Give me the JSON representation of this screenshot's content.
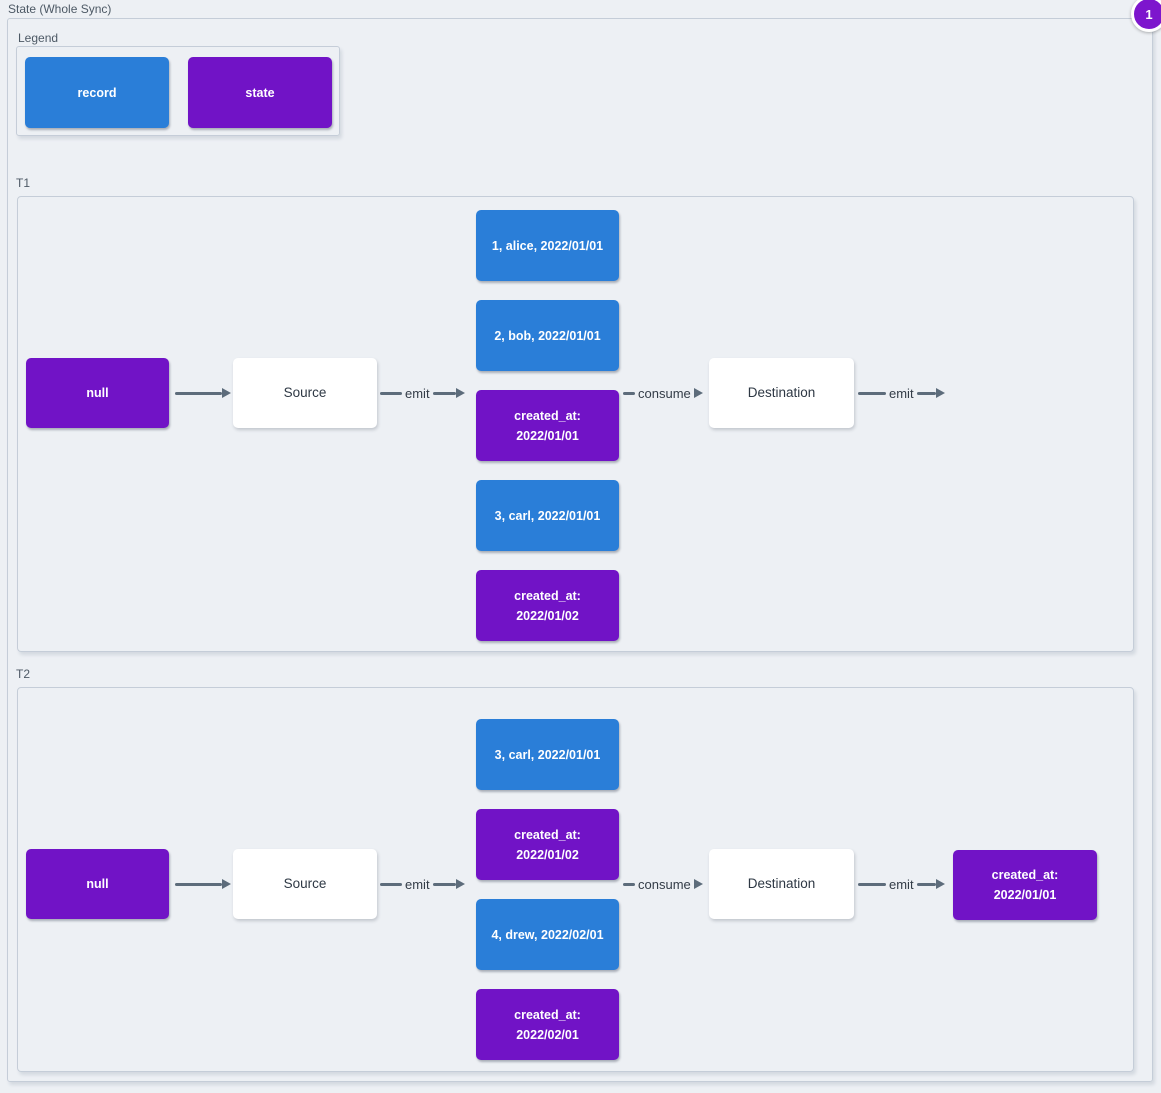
{
  "colors": {
    "record": "#2a7ed8",
    "state": "#7113c6",
    "arrow": "#5d6c7b",
    "background": "#edf0f4",
    "border": "#c5cdd8",
    "badge": "#7d16cd"
  },
  "badge": {
    "value": "1"
  },
  "outer": {
    "label": "State (Whole Sync)"
  },
  "legend": {
    "label": "Legend",
    "items": [
      {
        "type": "record",
        "label": "record"
      },
      {
        "type": "state",
        "label": "state"
      }
    ]
  },
  "sections": [
    {
      "label": "T1",
      "null_label": "null",
      "source_label": "Source",
      "destination_label": "Destination",
      "emit_in_label": "emit",
      "consume_label": "consume",
      "emit_out_label": "emit",
      "messages": [
        {
          "type": "record",
          "lines": [
            "1, alice, 2022/01/01"
          ]
        },
        {
          "type": "record",
          "lines": [
            "2, bob, 2022/01/01"
          ]
        },
        {
          "type": "state",
          "lines": [
            "created_at:",
            "2022/01/01"
          ]
        },
        {
          "type": "record",
          "lines": [
            "3, carl, 2022/01/01"
          ]
        },
        {
          "type": "state",
          "lines": [
            "created_at:",
            "2022/01/02"
          ]
        }
      ],
      "result": null
    },
    {
      "label": "T2",
      "null_label": "null",
      "source_label": "Source",
      "destination_label": "Destination",
      "emit_in_label": "emit",
      "consume_label": "consume",
      "emit_out_label": "emit",
      "messages": [
        {
          "type": "record",
          "lines": [
            "3, carl, 2022/01/01"
          ]
        },
        {
          "type": "state",
          "lines": [
            "created_at:",
            "2022/01/02"
          ]
        },
        {
          "type": "record",
          "lines": [
            "4, drew, 2022/02/01"
          ]
        },
        {
          "type": "state",
          "lines": [
            "created_at:",
            "2022/02/01"
          ]
        }
      ],
      "result": {
        "type": "state",
        "lines": [
          "created_at:",
          "2022/01/01"
        ]
      }
    }
  ]
}
